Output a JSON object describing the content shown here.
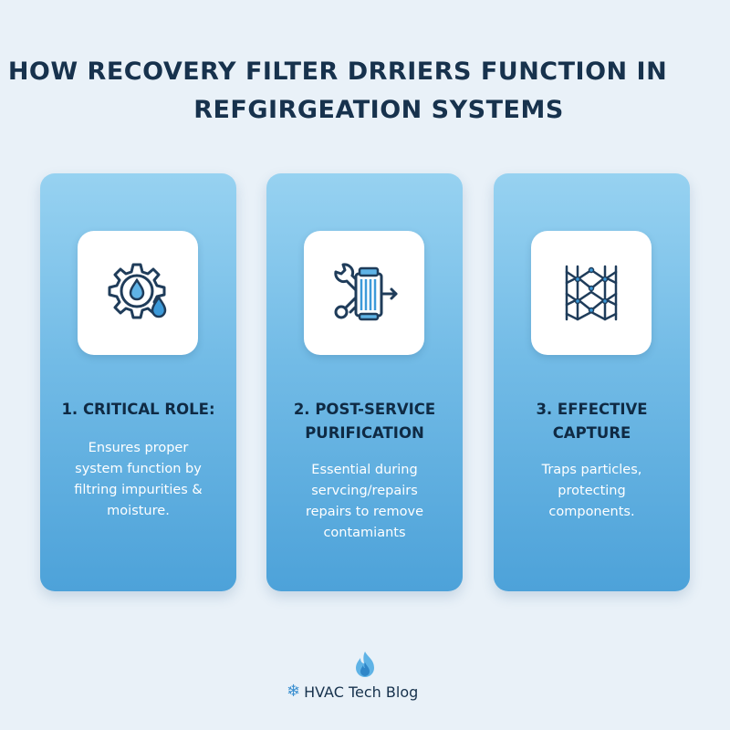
{
  "title": {
    "line1": "HOW RECOVERY FILTER DRRIERS FUNCTION IN",
    "line2": "REFGIRGEATION SYSTEMS"
  },
  "cards": [
    {
      "icon": "gear-water-drop-icon",
      "title_lines": [
        "1. CRITICAL ROLE:"
      ],
      "body_lines": [
        "Ensures proper",
        "system function by",
        "filtring impurities &",
        "moisture."
      ]
    },
    {
      "icon": "wrench-filter-arrow-icon",
      "title_lines": [
        "2. POST-SERVICE",
        "PURIFICATION"
      ],
      "body_lines": [
        "Essential during",
        "servcing/repairs",
        "repairs to remove",
        "contamiants"
      ]
    },
    {
      "icon": "mesh-filter-net-icon",
      "title_lines": [
        "3. EFFECTIVE",
        "CAPTURE"
      ],
      "body_lines": [
        "Traps particles,",
        "protecting",
        "components."
      ]
    }
  ],
  "footer": {
    "logo_icon": "flame-icon",
    "snow_icon": "snowflake-icon",
    "brand": "HVAC Tech Blog"
  },
  "colors": {
    "background": "#e9f1f8",
    "title": "#17324d",
    "card_top": "#97d2f1",
    "card_bottom": "#4da2d9",
    "icon_stroke": "#1f3c5a",
    "icon_accent": "#3d9ad9"
  }
}
